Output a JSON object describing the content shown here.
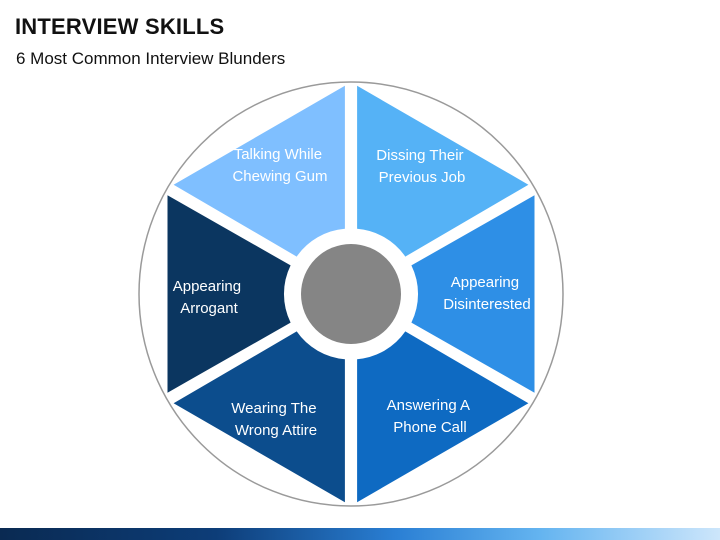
{
  "slide": {
    "title": "INTERVIEW SKILLS",
    "subtitle": "6 Most Common Interview Blunders"
  },
  "wheel": {
    "segments": [
      {
        "id": "top-left",
        "lines": [
          "Talking While",
          "Chewing Gum"
        ],
        "color": "#7fbfff"
      },
      {
        "id": "top-right",
        "lines": [
          "Dissing Their",
          "Previous Job"
        ],
        "color": "#55b2f6"
      },
      {
        "id": "right",
        "lines": [
          "Appearing",
          "Disinterested"
        ],
        "color": "#2e8fe6"
      },
      {
        "id": "bottom-right",
        "lines": [
          "Answering A",
          "Phone Call"
        ],
        "color": "#0e6ac2"
      },
      {
        "id": "bottom-left",
        "lines": [
          "Wearing The",
          "Wrong Attire"
        ],
        "color": "#0c4d8d"
      },
      {
        "id": "left",
        "lines": [
          "Appearing",
          "Arrogant"
        ],
        "color": "#0b3660"
      }
    ],
    "center_color": "#858585",
    "outline_color": "#9a9a9a"
  }
}
